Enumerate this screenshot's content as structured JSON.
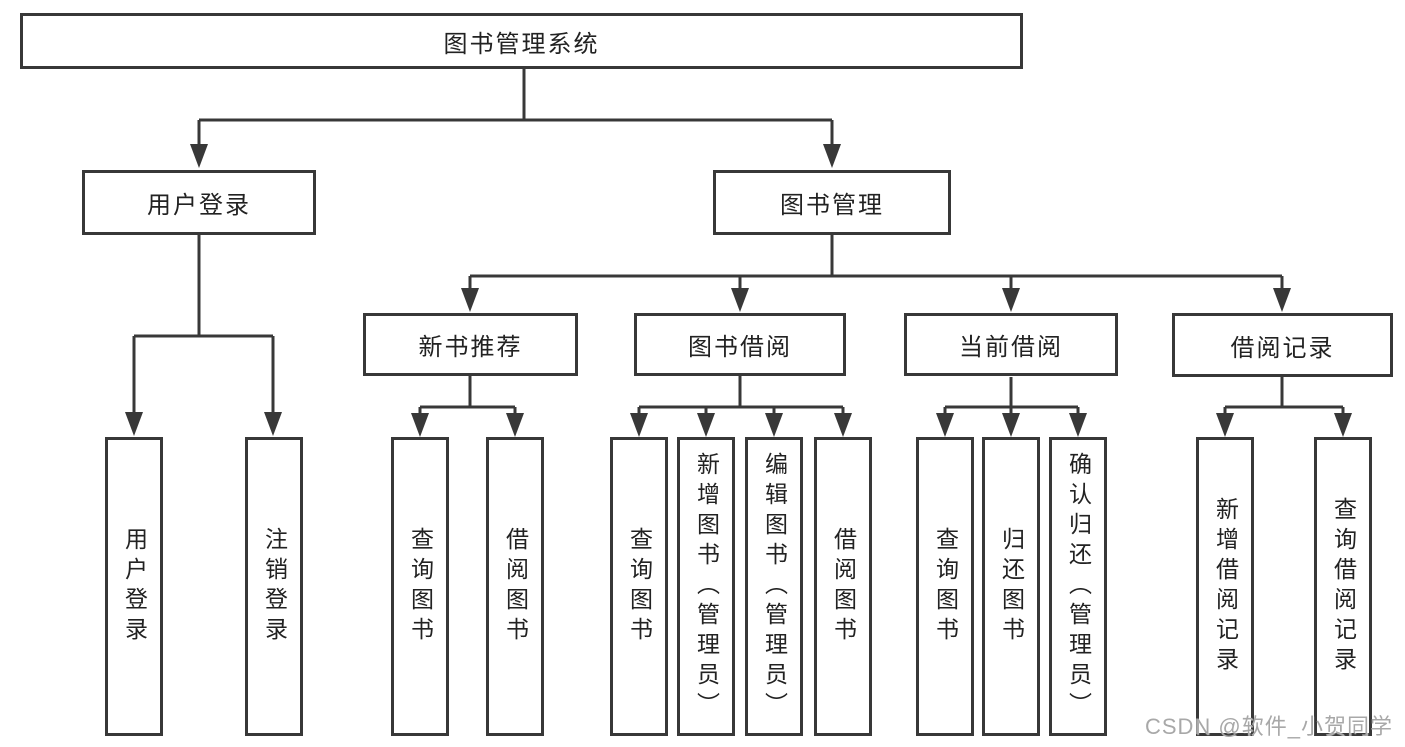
{
  "diagram_type": "hierarchy-tree",
  "tree": {
    "label": "图书管理系统",
    "children": [
      {
        "label": "用户登录",
        "children": [
          {
            "label": "用户登录"
          },
          {
            "label": "注销登录"
          }
        ]
      },
      {
        "label": "图书管理",
        "children": [
          {
            "label": "新书推荐",
            "children": [
              {
                "label": "查询图书"
              },
              {
                "label": "借阅图书"
              }
            ]
          },
          {
            "label": "图书借阅",
            "children": [
              {
                "label": "查询图书"
              },
              {
                "label": "新增图书（管理员）"
              },
              {
                "label": "编辑图书（管理员）"
              },
              {
                "label": "借阅图书"
              }
            ]
          },
          {
            "label": "当前借阅",
            "children": [
              {
                "label": "查询图书"
              },
              {
                "label": "归还图书"
              },
              {
                "label": "确认归还（管理员）"
              }
            ]
          },
          {
            "label": "借阅记录",
            "children": [
              {
                "label": "新增借阅记录"
              },
              {
                "label": "查询借阅记录"
              }
            ]
          }
        ]
      }
    ]
  },
  "watermark": {
    "text": "CSDN @软件_小贺同学"
  },
  "colors": {
    "line": "#383838",
    "text": "#222222",
    "background": "#ffffff",
    "watermark": "#a8a8a8"
  }
}
